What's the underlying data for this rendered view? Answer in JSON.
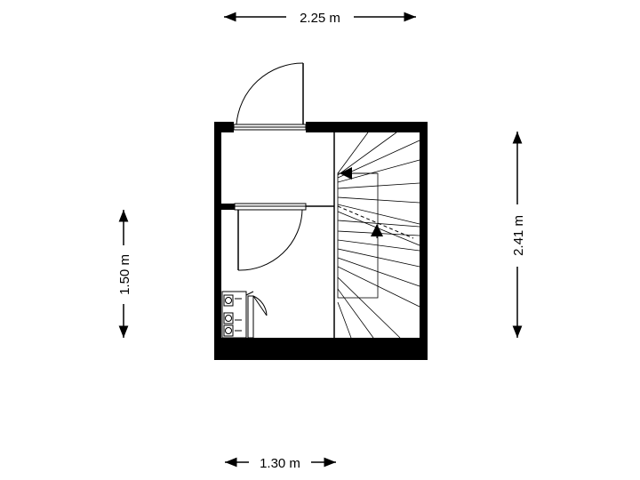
{
  "dimensions": {
    "top_width": "2.25 m",
    "bottom_width": "1.30 m",
    "left_height": "1.50 m",
    "right_height": "2.41 m"
  },
  "colors": {
    "wall": "#000000",
    "line": "#000000",
    "background": "#ffffff"
  }
}
